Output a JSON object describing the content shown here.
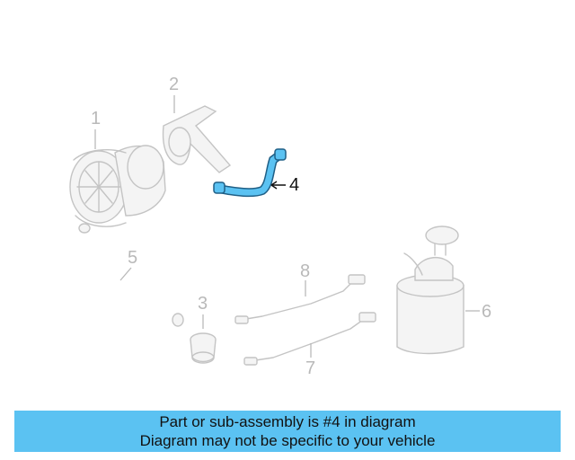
{
  "callouts": {
    "c1": "1",
    "c2": "2",
    "c3": "3",
    "c4": "4",
    "c5": "5",
    "c6": "6",
    "c7": "7",
    "c8": "8"
  },
  "banner": {
    "line1": "Part or sub-assembly is #4 in diagram",
    "line2": "Diagram may not be specific to your vehicle"
  },
  "colors": {
    "highlight": "#5bc2f2",
    "part_gray": "#c4c4c4"
  }
}
